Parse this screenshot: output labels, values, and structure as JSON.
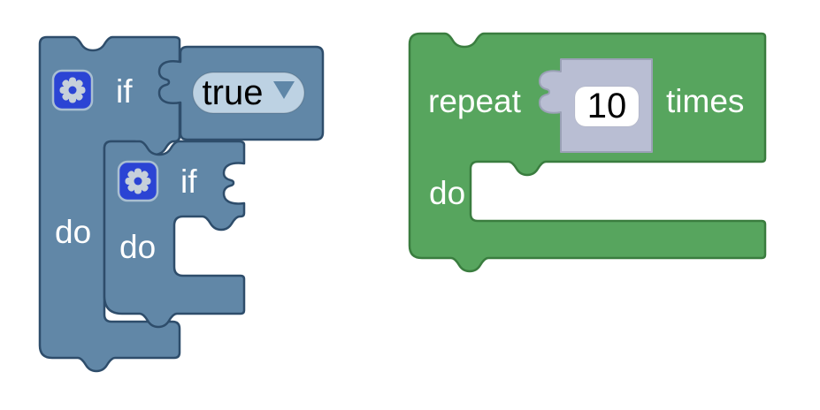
{
  "colors": {
    "background": "#ffffff",
    "logic_block_fill": "#6187a7",
    "logic_block_border": "#2e4d6b",
    "loop_block_fill": "#57a55e",
    "loop_block_border": "#3a7d3f",
    "mutator_button_fill": "#2b44d4",
    "mutator_button_border": "#a9bfd2",
    "gear_glyph": "#c6d0da",
    "dropdown_field_fill": "#bdd2e3",
    "dropdown_arrow": "#5f87a8",
    "shadow_block_fill": "#b9bed3",
    "shadow_block_border": "#9ba1b6",
    "number_field_fill": "#ffffff",
    "label_text": "#ffffff",
    "field_text": "#000000"
  },
  "icons": {
    "mutator": "gear-icon",
    "dropdown": "triangle-down"
  },
  "blocks": {
    "outer_if": {
      "if_label": "if",
      "do_label": "do"
    },
    "nested_if": {
      "if_label": "if",
      "do_label": "do"
    },
    "boolean_dropdown": {
      "value": "true"
    },
    "repeat_loop": {
      "repeat_label": "repeat",
      "times_label": "times",
      "do_label": "do"
    },
    "number_shadow": {
      "value": "10"
    }
  }
}
